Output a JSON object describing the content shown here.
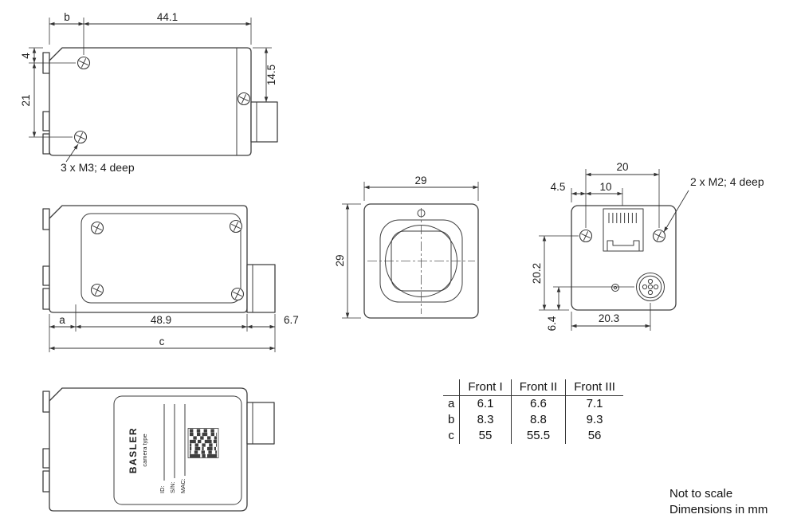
{
  "top_view": {
    "dim_b": "b",
    "dim_44_1": "44.1",
    "dim_4": "4",
    "dim_21": "21",
    "dim_14_5": "14.5",
    "thread_note": "3 x M3; 4 deep"
  },
  "side_view": {
    "dim_a": "a",
    "dim_48_9": "48.9",
    "dim_6_7": "6.7",
    "dim_c": "c"
  },
  "front_view": {
    "dim_width": "29",
    "dim_height": "29"
  },
  "back_view": {
    "dim_20": "20",
    "dim_4_5": "4.5",
    "dim_10": "10",
    "thread_note": "2 x M2; 4 deep",
    "dim_20_2": "20.2",
    "dim_6_4": "6.4",
    "dim_20_3": "20.3"
  },
  "bottom_view": {
    "brand": "BASLER",
    "camera_type": "camera type",
    "id_label": "ID:",
    "sn_label": "S/N:",
    "mac_label": "MAC:"
  },
  "table": {
    "col_headers": [
      "Front I",
      "Front II",
      "Front III"
    ],
    "rows": [
      {
        "label": "a",
        "values": [
          "6.1",
          "6.6",
          "7.1"
        ]
      },
      {
        "label": "b",
        "values": [
          "8.3",
          "8.8",
          "9.3"
        ]
      },
      {
        "label": "c",
        "values": [
          "55",
          "55.5",
          "56"
        ]
      }
    ]
  },
  "notes": {
    "scale": "Not to scale",
    "units": "Dimensions in mm"
  }
}
